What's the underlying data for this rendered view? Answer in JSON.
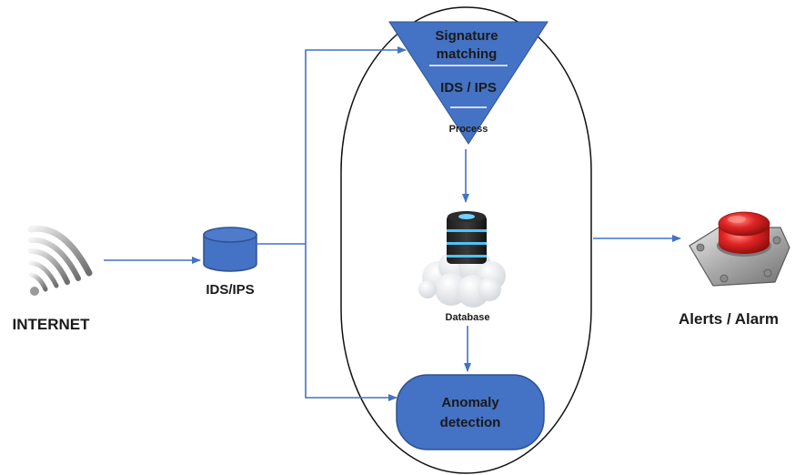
{
  "colors": {
    "accent": "#4472c4",
    "shape_fill": "#4472c4",
    "shape_stroke": "#2f528f",
    "text": "#1a1a1a",
    "alarm_red": "#d42020"
  },
  "nodes": {
    "internet": {
      "label": "INTERNET",
      "icon": "wifi-signal-icon"
    },
    "ids_ips_db": {
      "label": "IDS/IPS",
      "icon": "cylinder-database-icon"
    },
    "funnel": {
      "top_label_line1": "Signature",
      "top_label_line2": "matching",
      "middle_label": "IDS / IPS",
      "bottom_label": "Process"
    },
    "database": {
      "label": "Database",
      "icon": "cloud-database-server-icon"
    },
    "anomaly": {
      "label_line1": "Anomaly",
      "label_line2": "detection"
    },
    "alerts": {
      "label": "Alerts / Alarm",
      "icon": "red-alarm-button-icon"
    }
  }
}
